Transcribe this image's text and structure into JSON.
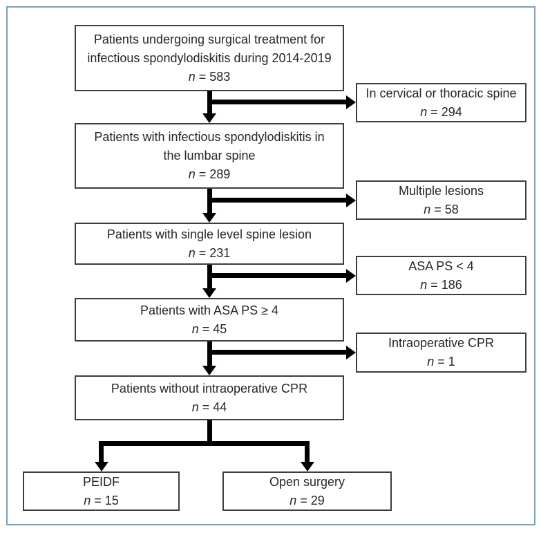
{
  "colors": {
    "frame": "#7e9fbd",
    "box_border": "#3d3d3d",
    "arrow": "#000000"
  },
  "flow": {
    "main": [
      {
        "lines": [
          "Patients undergoing surgical treatment for",
          "infectious spondylodiskitis during 2014-2019"
        ],
        "n": "n",
        "count": "= 583"
      },
      {
        "lines": [
          "Patients with infectious spondylodiskitis in",
          "the lumbar spine"
        ],
        "n": "n",
        "count": "= 289"
      },
      {
        "lines": [
          "Patients with single level spine lesion"
        ],
        "n": "n",
        "count": "= 231"
      },
      {
        "lines": [
          "Patients with ASA PS ≥ 4"
        ],
        "n": "n",
        "count": "= 45"
      },
      {
        "lines": [
          "Patients without intraoperative CPR"
        ],
        "n": "n",
        "count": "= 44"
      }
    ],
    "side": [
      {
        "lines": [
          "In cervical or thoracic spine"
        ],
        "n": "n",
        "count": "= 294"
      },
      {
        "lines": [
          "Multiple lesions"
        ],
        "n": "n",
        "count": "= 58"
      },
      {
        "lines": [
          "ASA PS < 4"
        ],
        "n": "n",
        "count": "= 186"
      },
      {
        "lines": [
          "Intraoperative CPR"
        ],
        "n": "n",
        "count": "= 1"
      }
    ],
    "bottom": [
      {
        "lines": [
          "PEIDF"
        ],
        "n": "n",
        "count": "= 15"
      },
      {
        "lines": [
          "Open surgery"
        ],
        "n": "n",
        "count": "= 29"
      }
    ]
  }
}
